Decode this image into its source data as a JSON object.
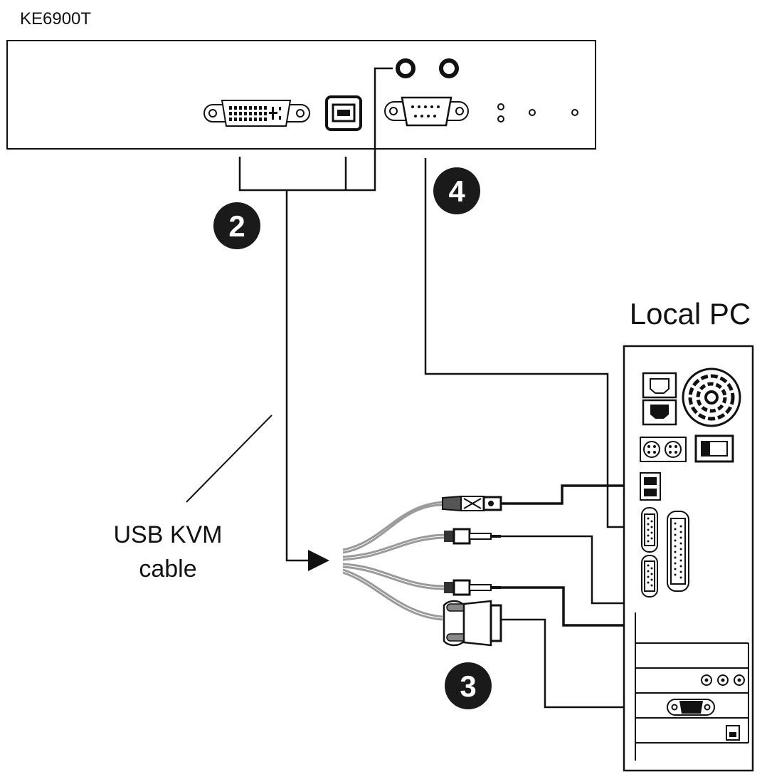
{
  "device": {
    "name": "KE6900T"
  },
  "pc": {
    "title": "Local PC"
  },
  "cable": {
    "label_line1": "USB KVM",
    "label_line2": "cable"
  },
  "steps": [
    {
      "number": "2"
    },
    {
      "number": "3"
    },
    {
      "number": "4"
    }
  ],
  "colors": {
    "line": "#111111",
    "badge": "#1a1a1a",
    "cable_gray": "#9a9a9a"
  }
}
